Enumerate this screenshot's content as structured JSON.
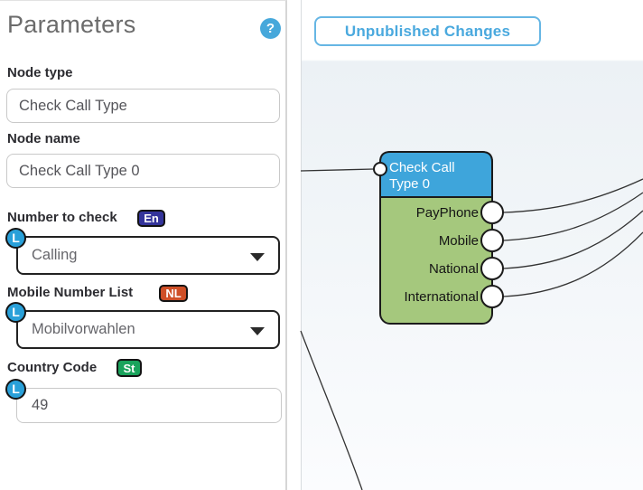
{
  "panel": {
    "title": "Parameters",
    "help_label": "?",
    "node_type": {
      "label": "Node type",
      "value": "Check Call Type"
    },
    "node_name": {
      "label": "Node name",
      "value": "Check Call Type 0"
    },
    "number_to_check": {
      "label": "Number to check",
      "badge": "En",
      "lang": "L",
      "value": "Calling"
    },
    "mobile_number_list": {
      "label": "Mobile Number List",
      "badge": "NL",
      "lang": "L",
      "value": "Mobilvorwahlen"
    },
    "country_code": {
      "label": "Country Code",
      "badge": "St",
      "lang": "L",
      "value": "49"
    }
  },
  "canvas": {
    "unpublished_button": "Unpublished Changes",
    "node": {
      "title_line1": "Check Call",
      "title_line2": "Type 0",
      "ports": [
        "PayPhone",
        "Mobile",
        "National",
        "International"
      ]
    }
  },
  "colors": {
    "accent_blue": "#4aa9de",
    "node_header_blue": "#3ea5db",
    "node_body_green": "#a5c87d",
    "badge_en": "#34349b",
    "badge_nl": "#cf4f27",
    "badge_st": "#1aa35c",
    "lang_badge_blue": "#29a0d9",
    "canvas_bg": "#f1f5f8"
  }
}
